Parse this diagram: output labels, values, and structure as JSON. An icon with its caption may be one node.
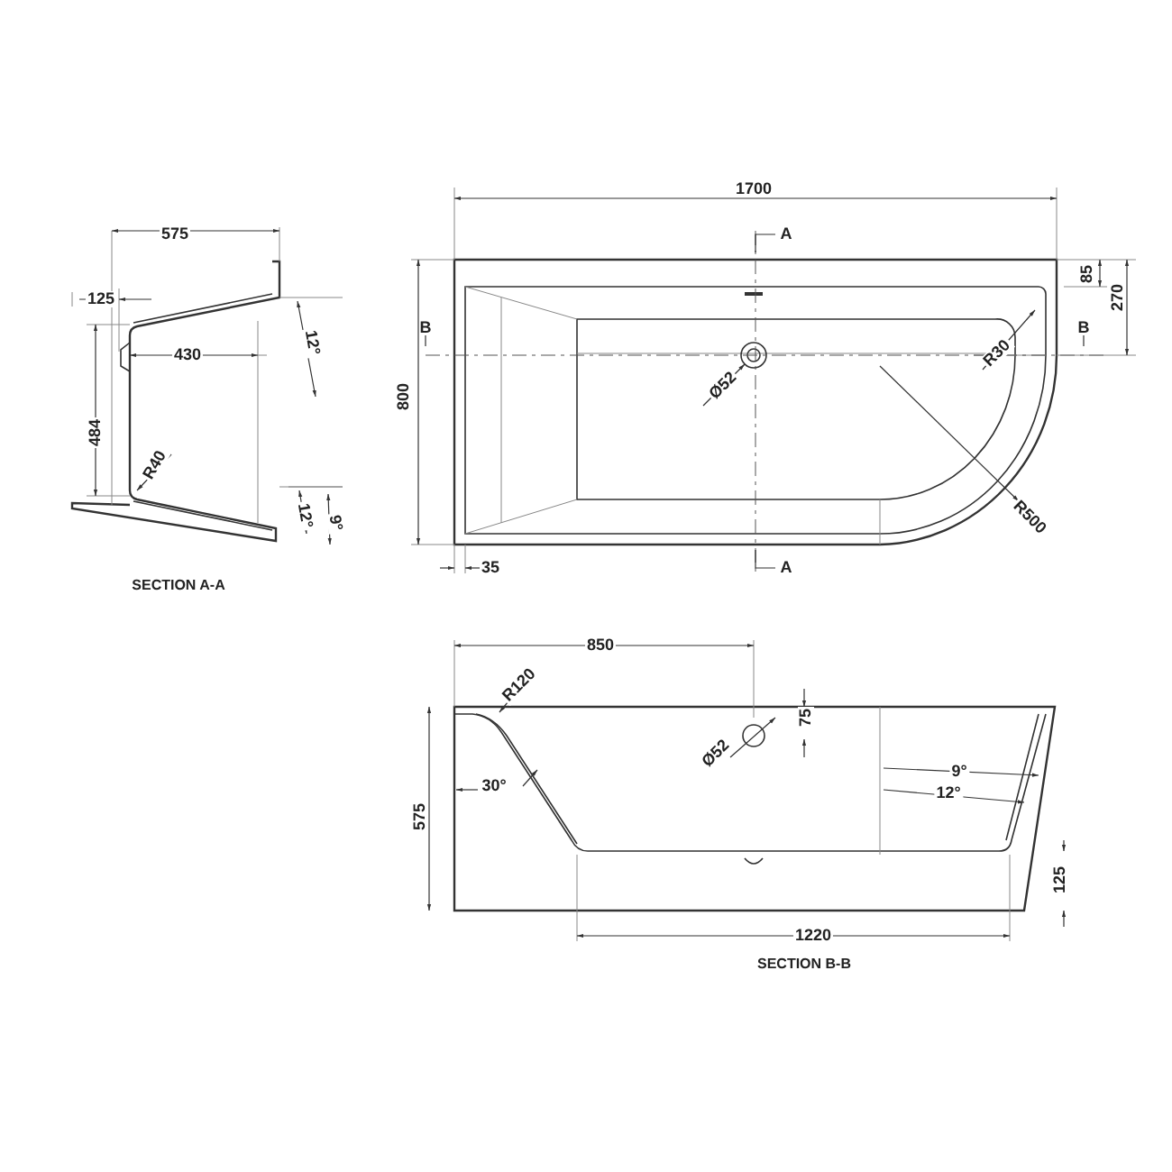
{
  "diagram": {
    "labels": [
      "1700",
      "575",
      "A",
      "125",
      "430",
      "12°",
      "85",
      "270",
      "B",
      "B",
      "Ø52",
      "R30",
      "800",
      "484",
      "R40",
      "12°",
      "9°",
      "R500",
      "35",
      "A",
      "SECTION A-A",
      "850",
      "R120",
      "Ø52",
      "75",
      "30°",
      "9°",
      "12°",
      "575",
      "125",
      "1220",
      "SECTION B-B"
    ]
  }
}
